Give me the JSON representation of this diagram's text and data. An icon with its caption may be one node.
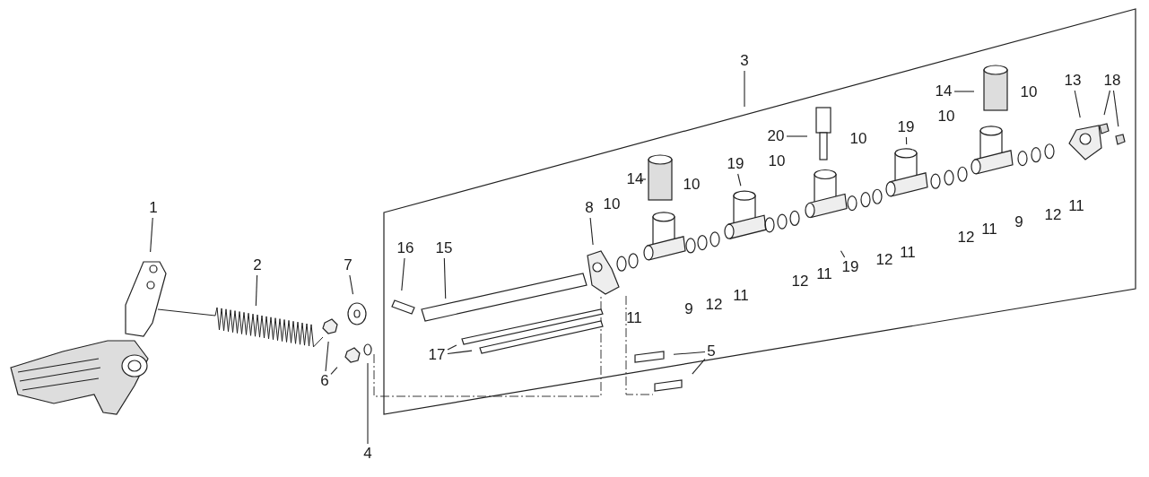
{
  "diagram": {
    "nodes": [
      {
        "text": [
          "3"
        ]
      },
      {
        "text": [
          "14"
        ]
      },
      {
        "text": [
          "13"
        ]
      },
      {
        "text": [
          "18"
        ]
      },
      {
        "text": [
          "19"
        ]
      },
      {
        "text": [
          "20"
        ]
      },
      {
        "text": [
          "14"
        ]
      },
      {
        "text": [
          "19"
        ]
      },
      {
        "text": [
          "1"
        ]
      },
      {
        "text": [
          "8"
        ]
      },
      {
        "text": [
          "16"
        ]
      },
      {
        "text": [
          "15"
        ]
      },
      {
        "text": [
          "2"
        ]
      },
      {
        "text": [
          "7"
        ]
      },
      {
        "text": [
          "19"
        ]
      },
      {
        "text": [
          "17"
        ]
      },
      {
        "text": [
          "6"
        ]
      },
      {
        "text": [
          "5"
        ]
      },
      {
        "text": [
          "4"
        ]
      }
    ],
    "edges": [
      {
        "from": 0,
        "to": null,
        "arrow": "none"
      },
      {
        "from": 1,
        "to": null,
        "arrow": "none"
      },
      {
        "from": 2,
        "to": null,
        "arrow": "none"
      },
      {
        "from": 3,
        "to": null,
        "arrow": "none"
      },
      {
        "from": 3,
        "to": null,
        "arrow": "none"
      },
      {
        "from": 4,
        "to": null,
        "arrow": "none"
      },
      {
        "from": 5,
        "to": null,
        "arrow": "none"
      },
      {
        "from": 6,
        "to": null,
        "arrow": "none"
      },
      {
        "from": 7,
        "to": null,
        "arrow": "none"
      },
      {
        "from": 8,
        "to": null,
        "arrow": "none"
      },
      {
        "from": 9,
        "to": null,
        "arrow": "none"
      },
      {
        "from": 10,
        "to": null,
        "arrow": "none"
      },
      {
        "from": 11,
        "to": null,
        "arrow": "none"
      },
      {
        "from": 12,
        "to": null,
        "arrow": "none"
      },
      {
        "from": 13,
        "to": null,
        "arrow": "none"
      },
      {
        "from": 14,
        "to": null,
        "arrow": "none"
      },
      {
        "from": 15,
        "to": null,
        "arrow": "none"
      },
      {
        "from": 15,
        "to": null,
        "arrow": "none"
      },
      {
        "from": 16,
        "to": null,
        "arrow": "none"
      },
      {
        "from": 16,
        "to": null,
        "arrow": "none"
      },
      {
        "from": 17,
        "to": null,
        "arrow": "none"
      },
      {
        "from": 17,
        "to": null,
        "arrow": "none"
      },
      {
        "from": 18,
        "to": null,
        "arrow": "none"
      }
    ],
    "labels": [
      "10",
      "10",
      "10",
      "10",
      "10",
      "10",
      "11",
      "12",
      "9",
      "11",
      "12",
      "11",
      "12",
      "11",
      "12",
      "11",
      "12",
      "9",
      "11"
    ]
  }
}
